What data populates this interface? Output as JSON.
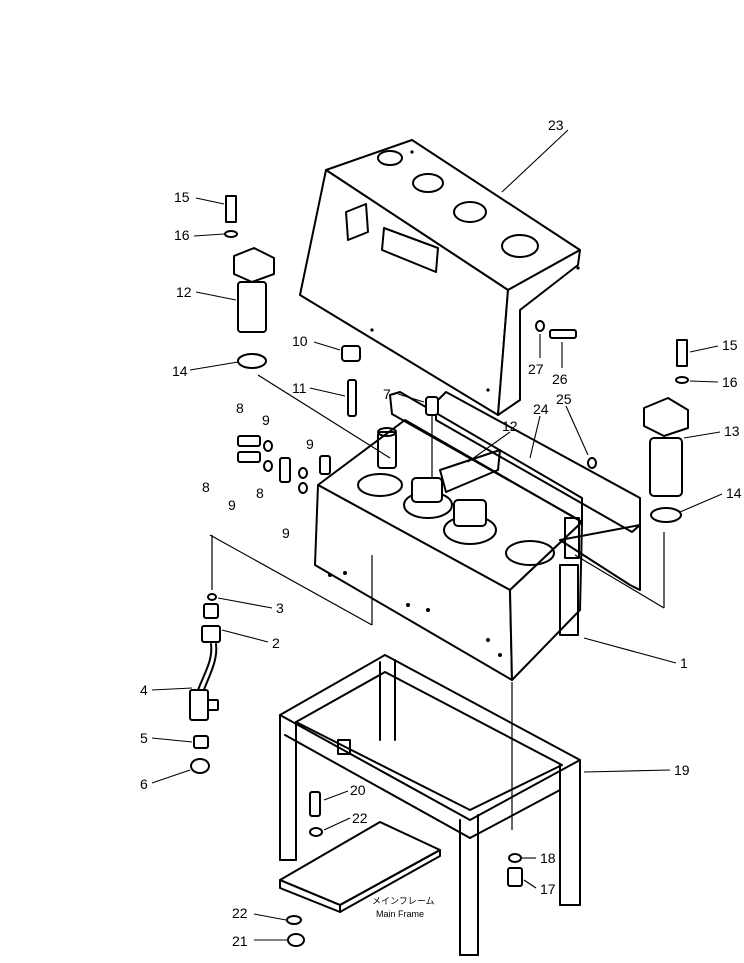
{
  "labels": {
    "p1": "1",
    "p2": "2",
    "p3": "3",
    "p4": "4",
    "p5": "5",
    "p6": "6",
    "p7": "7",
    "p8a": "8",
    "p8b": "8",
    "p8c": "8",
    "p9a": "9",
    "p9b": "9",
    "p9c": "9",
    "p9d": "9",
    "p10": "10",
    "p11": "11",
    "p12a": "12",
    "p12b": "12",
    "p13": "13",
    "p14a": "14",
    "p14b": "14",
    "p15a": "15",
    "p15b": "15",
    "p16a": "16",
    "p16b": "16",
    "p17": "17",
    "p18": "18",
    "p19": "19",
    "p20": "20",
    "p21": "21",
    "p22a": "22",
    "p22b": "22",
    "p23": "23",
    "p24": "24",
    "p25": "25",
    "p26": "26",
    "p27": "27"
  },
  "main_frame": {
    "jp": "メインフレーム",
    "en": "Main Frame"
  }
}
